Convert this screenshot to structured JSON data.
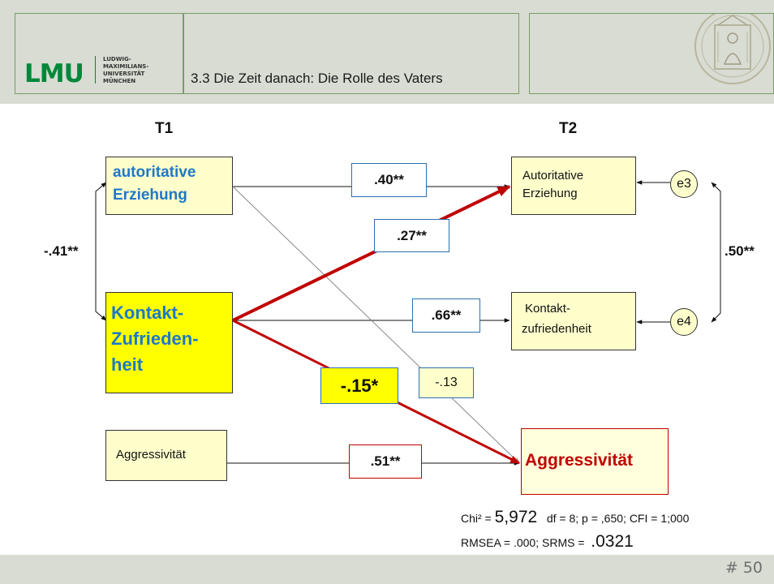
{
  "header": {
    "logo_mark": "LMU",
    "logo_lines": [
      "LUDWIG-",
      "MAXIMILIANS-",
      "UNIVERSITÄT",
      "MÜNCHEN"
    ],
    "title": "3.3 Die Zeit danach: Die Rolle des Vaters"
  },
  "footer": {
    "page_number": "# 50"
  },
  "diagram": {
    "col_t1": "T1",
    "col_t2": "T2",
    "boxes": {
      "t1_autoritative": [
        "autoritative",
        "Erziehung"
      ],
      "t1_kontakt": [
        "Kontakt-",
        "Zufrieden-",
        "heit"
      ],
      "t1_aggressivitaet": "Aggressivität",
      "t2_autoritative": [
        "Autoritative",
        "Erziehung"
      ],
      "t2_kontakt": [
        "Kontakt-",
        "zufriedenheit"
      ],
      "t2_aggressivitaet": "Aggressivität"
    },
    "errors": {
      "e3": "e3",
      "e4": "e4"
    },
    "coefficients": {
      "auto_auto": ".40**",
      "kontakt_auto": ".27**",
      "kontakt_kontakt": ".66**",
      "kontakt_aggr": "-.15*",
      "auto_aggr": "-.13",
      "aggr_aggr": ".51**"
    },
    "correlations": {
      "t1": "-.41**",
      "t2": ".50**"
    },
    "colors": {
      "accent_red": "#c00000",
      "label_blue": "#1f78c8",
      "box_yellow": "#ffffcc",
      "box_strong_yellow": "#ffff00",
      "aggr_box": "#ffffdd"
    }
  },
  "fit_stats": {
    "line1_prefix": "Chi² = ",
    "chi2": "5,972",
    "line1_suffix": "   df = 8; p = ,650; CFI = 1;000",
    "line2_prefix": "RMSEA = .000; SRMS =  ",
    "srms": ".0321"
  }
}
